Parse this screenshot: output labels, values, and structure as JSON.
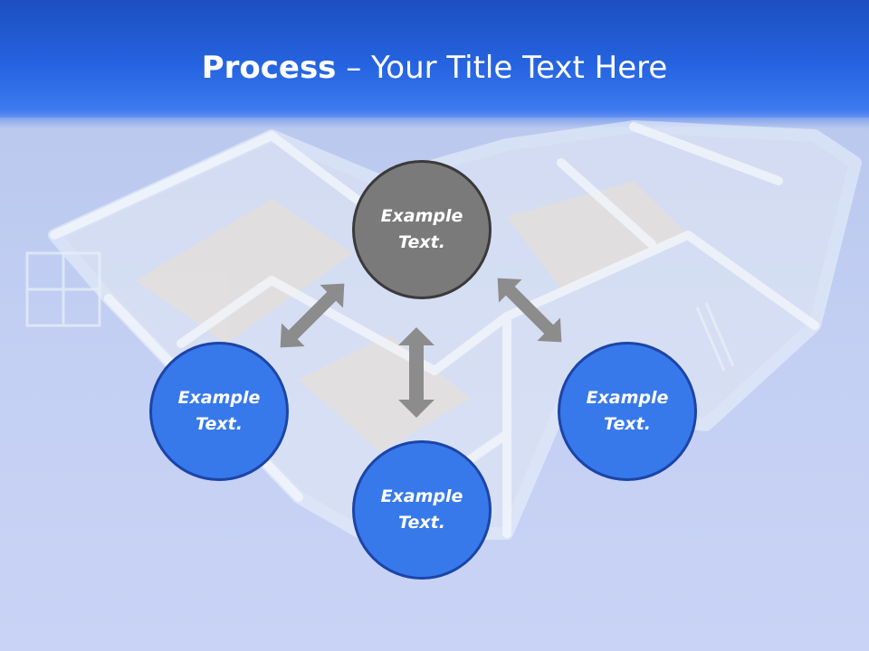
{
  "slide": {
    "title_bold": "Process",
    "title_rest": " – Your Title Text Here"
  },
  "diagram": {
    "top": {
      "label": "Example\nText.",
      "color": "#7a7a7a"
    },
    "left": {
      "label": "Example\nText.",
      "color": "#3779ea"
    },
    "right": {
      "label": "Example\nText.",
      "color": "#3779ea"
    },
    "bottom": {
      "label": "Example\nText.",
      "color": "#3779ea"
    }
  },
  "colors": {
    "header": "#2563e0",
    "arrow": "#8c8c8c"
  }
}
